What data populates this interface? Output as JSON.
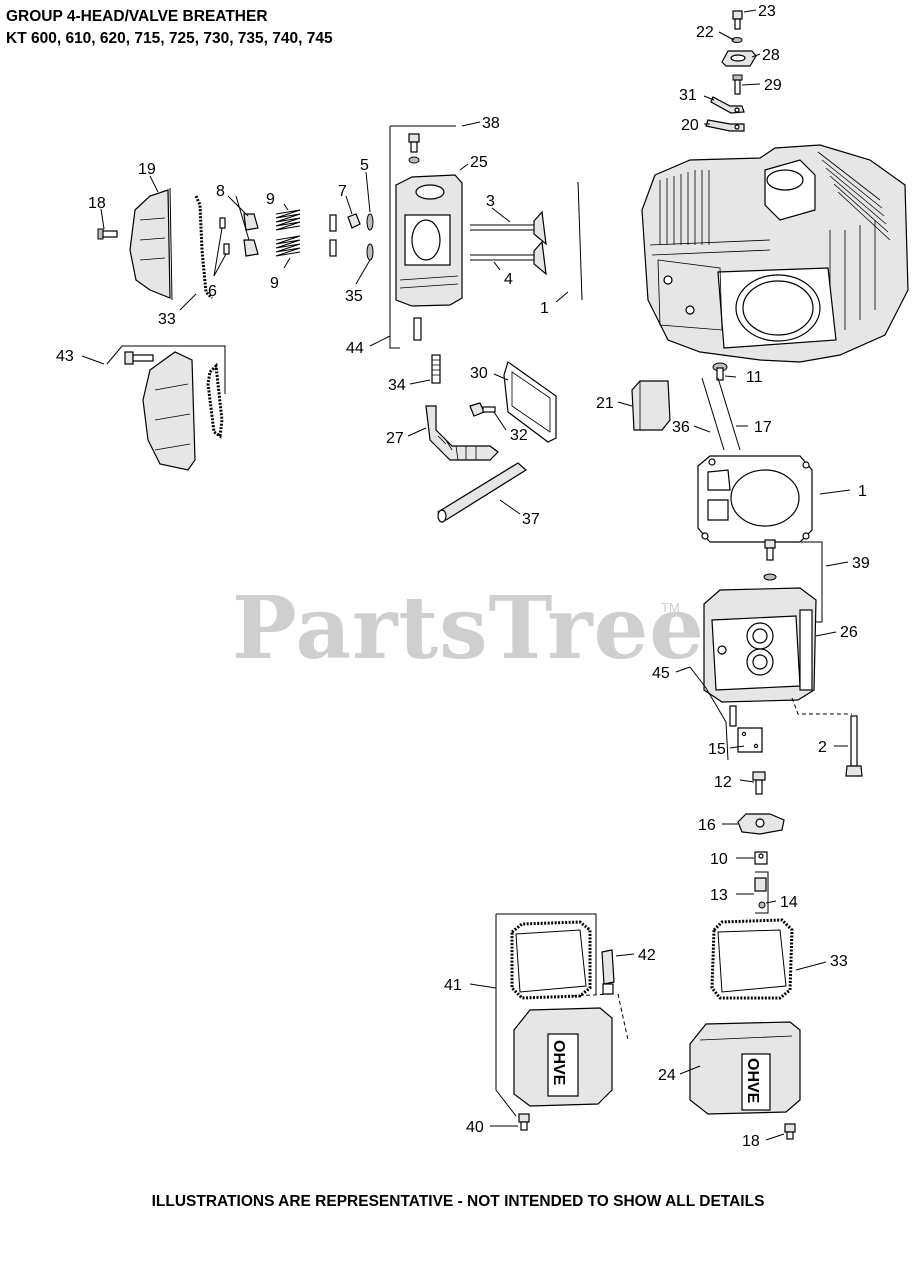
{
  "header": {
    "title_line1": "GROUP 4-HEAD/VALVE BREATHER",
    "title_line2": "KT 600, 610, 620, 715, 725, 730, 735, 740, 745"
  },
  "watermark": {
    "text": "PartsTree",
    "tm": "TM"
  },
  "footer": {
    "text": "ILLUSTRATIONS ARE REPRESENTATIVE - NOT INTENDED TO SHOW ALL DETAILS"
  },
  "callouts": [
    {
      "id": "c23",
      "label": "23"
    },
    {
      "id": "c22",
      "label": "22"
    },
    {
      "id": "c28",
      "label": "28"
    },
    {
      "id": "c29",
      "label": "29"
    },
    {
      "id": "c31",
      "label": "31"
    },
    {
      "id": "c20",
      "label": "20"
    },
    {
      "id": "c38",
      "label": "38"
    },
    {
      "id": "c25",
      "label": "25"
    },
    {
      "id": "c19",
      "label": "19"
    },
    {
      "id": "c5",
      "label": "5"
    },
    {
      "id": "c8",
      "label": "8"
    },
    {
      "id": "c9a",
      "label": "9"
    },
    {
      "id": "c7",
      "label": "7"
    },
    {
      "id": "c3",
      "label": "3"
    },
    {
      "id": "c18a",
      "label": "18"
    },
    {
      "id": "c6",
      "label": "6"
    },
    {
      "id": "c9b",
      "label": "9"
    },
    {
      "id": "c4",
      "label": "4"
    },
    {
      "id": "c35",
      "label": "35"
    },
    {
      "id": "c1a",
      "label": "1"
    },
    {
      "id": "c33a",
      "label": "33"
    },
    {
      "id": "c44",
      "label": "44"
    },
    {
      "id": "c43",
      "label": "43"
    },
    {
      "id": "c34",
      "label": "34"
    },
    {
      "id": "c30",
      "label": "30"
    },
    {
      "id": "c11",
      "label": "11"
    },
    {
      "id": "c21",
      "label": "21"
    },
    {
      "id": "c36",
      "label": "36"
    },
    {
      "id": "c17",
      "label": "17"
    },
    {
      "id": "c27",
      "label": "27"
    },
    {
      "id": "c32",
      "label": "32"
    },
    {
      "id": "c1b",
      "label": "1"
    },
    {
      "id": "c37",
      "label": "37"
    },
    {
      "id": "c39",
      "label": "39"
    },
    {
      "id": "c26",
      "label": "26"
    },
    {
      "id": "c45",
      "label": "45"
    },
    {
      "id": "c15",
      "label": "15"
    },
    {
      "id": "c2",
      "label": "2"
    },
    {
      "id": "c12",
      "label": "12"
    },
    {
      "id": "c16",
      "label": "16"
    },
    {
      "id": "c10",
      "label": "10"
    },
    {
      "id": "c13",
      "label": "13"
    },
    {
      "id": "c14",
      "label": "14"
    },
    {
      "id": "c42",
      "label": "42"
    },
    {
      "id": "c41",
      "label": "41"
    },
    {
      "id": "c33b",
      "label": "33"
    },
    {
      "id": "c24",
      "label": "24"
    },
    {
      "id": "c40",
      "label": "40"
    },
    {
      "id": "c18b",
      "label": "18"
    }
  ]
}
